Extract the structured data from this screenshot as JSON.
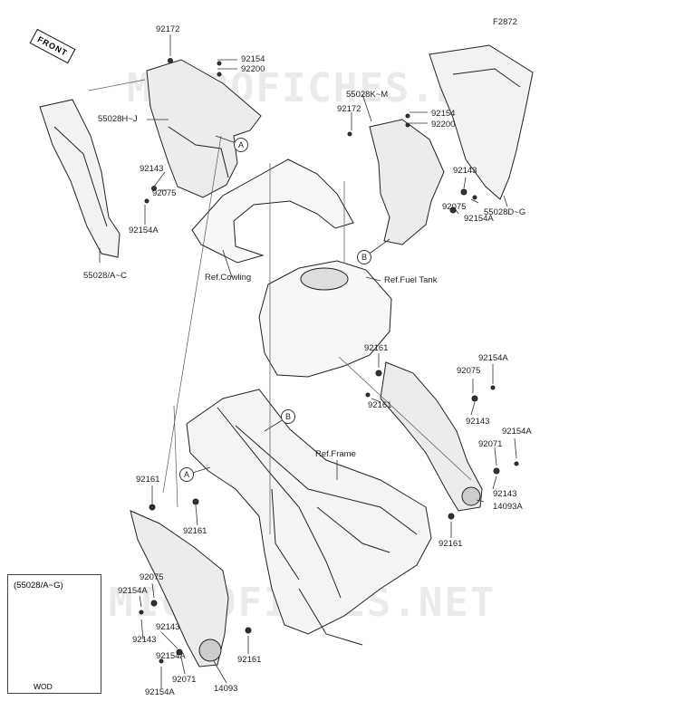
{
  "figure_code": "F2872",
  "front_label": "FRONT",
  "watermark": "MICROFICHES.NET",
  "inset": {
    "caption": "(55028/A~G)",
    "tag": "WOD"
  },
  "callouts": {
    "a": "A",
    "b": "B"
  },
  "refs": {
    "cowling": "Ref.Cowling",
    "fuel_tank": "Ref.Fuel Tank",
    "frame": "Ref.Frame"
  },
  "labels": {
    "l1": "92172",
    "l2": "92154",
    "l3": "92200",
    "l4": "55028H~J",
    "l5": "92143",
    "l6": "92075",
    "l7": "92154A",
    "l8": "55028/A~C",
    "l9": "55028K~M",
    "l10": "92172",
    "l11": "92154",
    "l12": "92200",
    "l13": "92143",
    "l14": "92154A",
    "l15": "92075",
    "l16": "55028D~G",
    "l17": "92161",
    "l18": "92154A",
    "l19": "92075",
    "l20": "92161",
    "l21": "92143",
    "l22": "92154A",
    "l23": "92071",
    "l24": "92143",
    "l25": "14093A",
    "l26": "92161",
    "l27": "92161",
    "l28": "92161",
    "l29": "92075",
    "l30": "92154A",
    "l31": "92143",
    "l32": "92143",
    "l33": "92154A",
    "l34": "92071",
    "l35": "92161",
    "l36": "14093",
    "l37": "92154A"
  }
}
